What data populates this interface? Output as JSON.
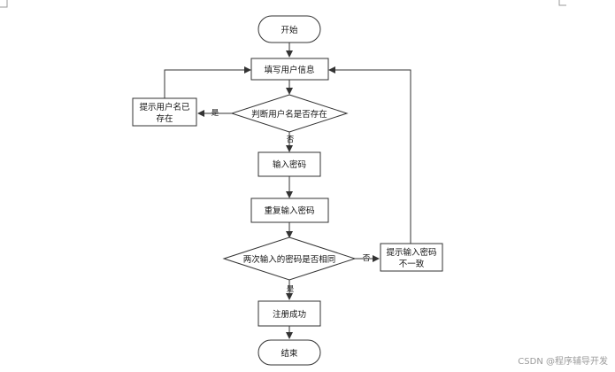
{
  "flowchart": {
    "start": "开始",
    "fill_user_info": "填写用户信息",
    "check_username": "判断用户名是否存在",
    "username_exists_l1": "提示用户名已",
    "username_exists_l2": "存在",
    "enter_password": "输入密码",
    "repeat_password": "重复输入密码",
    "compare_passwords": "两次输入的密码是否相同",
    "mismatch_l1": "提示输入密码",
    "mismatch_l2": "不一致",
    "register_success": "注册成功",
    "end": "结束"
  },
  "edge_labels": {
    "yes_exists": "是",
    "no_exists": "否",
    "no_same": "否",
    "yes_same": "是"
  },
  "watermark": "CSDN @程序辅导开发"
}
